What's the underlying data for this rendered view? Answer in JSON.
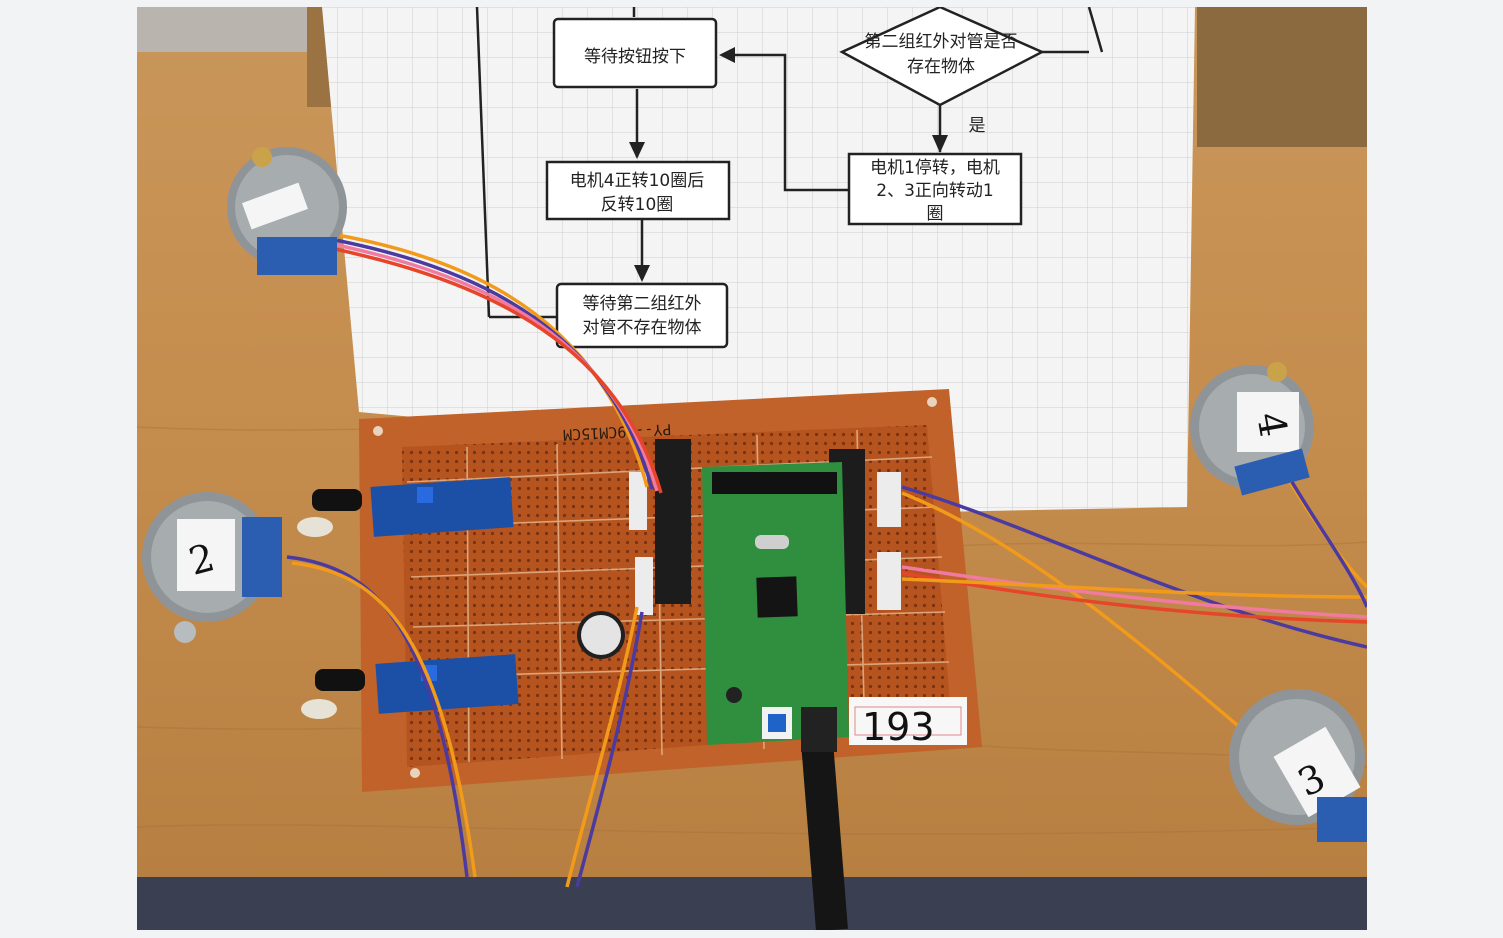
{
  "flowchart": {
    "box_wait_button": "等待按钮按下",
    "diamond_line1": "第二组红外对管是否",
    "diamond_line2": "存在物体",
    "yes_label": "是",
    "box_motor4_line1": "电机4正转10圈后",
    "box_motor4_line2": "反转10圈",
    "box_motor1_line1": "电机1停转，电机",
    "box_motor1_line2": "2、3正向转动1",
    "box_motor1_line3": "圈",
    "box_wait_ir_line1": "等待第二组红外",
    "box_wait_ir_line2": "对管不存在物体"
  },
  "pcb": {
    "silkscreen": "PY--09CM15CM",
    "board_number": "193"
  },
  "motors": {
    "motor_2_label": "2",
    "motor_3_label": "3",
    "motor_4_label": "4"
  },
  "colors": {
    "wood": "#c8934f",
    "pcb": "#c0622a",
    "mcu_board": "#2f8f3e",
    "ir_module": "#1c4fa6",
    "wire_orange": "#f29a1a",
    "wire_purple": "#4b3aa0",
    "wire_pink": "#f07aa0"
  }
}
